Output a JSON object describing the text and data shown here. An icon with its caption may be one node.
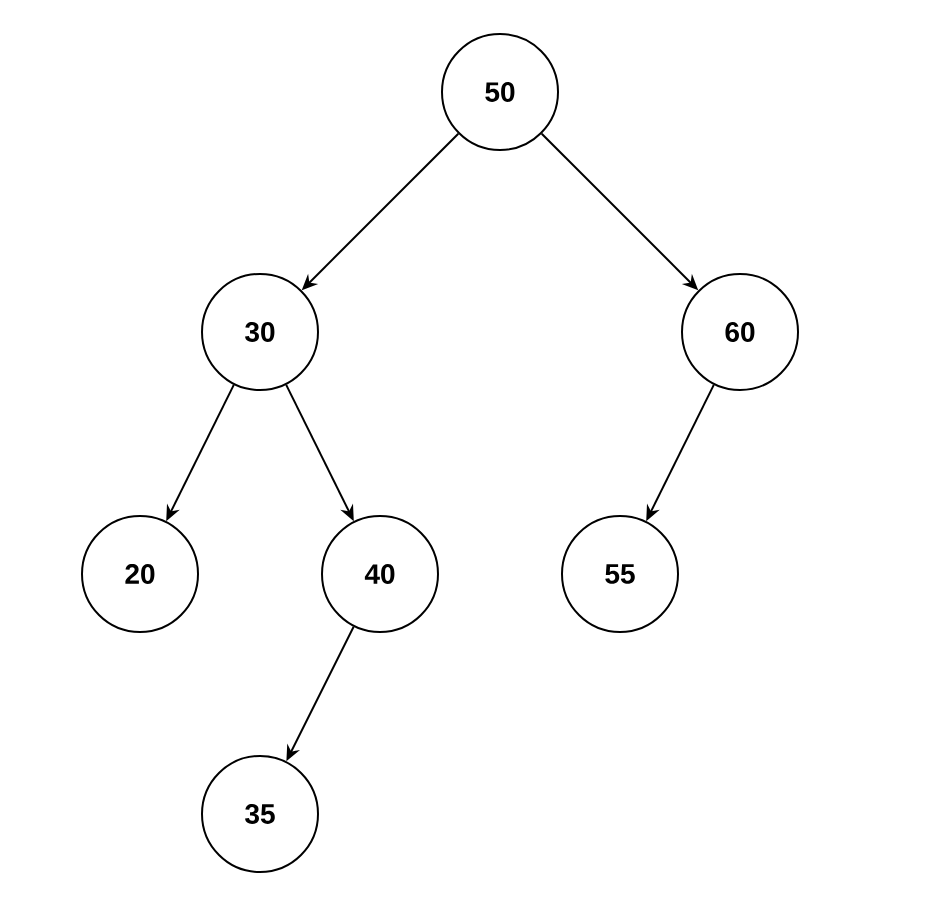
{
  "diagram": {
    "nodes": [
      {
        "text": [
          "50"
        ]
      },
      {
        "text": [
          "30"
        ]
      },
      {
        "text": [
          "60"
        ]
      },
      {
        "text": [
          "20"
        ]
      },
      {
        "text": [
          "40"
        ]
      },
      {
        "text": [
          "55"
        ]
      },
      {
        "text": [
          "35"
        ]
      }
    ],
    "edges": [
      {
        "from": 0,
        "to": 1,
        "arrow": "to"
      },
      {
        "from": 0,
        "to": 2,
        "arrow": "to"
      },
      {
        "from": 1,
        "to": 3,
        "arrow": "to"
      },
      {
        "from": 1,
        "to": 4,
        "arrow": "to"
      },
      {
        "from": 2,
        "to": 5,
        "arrow": "to"
      },
      {
        "from": 4,
        "to": 6,
        "arrow": "to"
      }
    ]
  }
}
